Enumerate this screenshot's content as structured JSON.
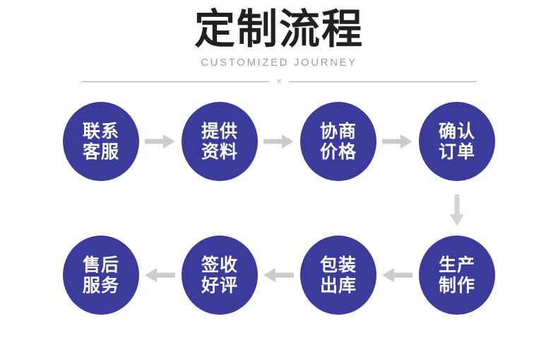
{
  "header": {
    "title": "定制流程",
    "subtitle": "CUSTOMIZED JOURNEY",
    "divider_mark": "×"
  },
  "colors": {
    "node_fill": "#3b3b9c",
    "node_text": "#ffffff",
    "title_text": "#221f1f",
    "subtitle_text": "#9b9b9b",
    "arrow": "#cccccc",
    "divider_rule": "#a8a8ac",
    "background": "#ffffff"
  },
  "flow": {
    "row1": {
      "direction": "right",
      "arrow_icon": "arrow-right-icon",
      "nodes": [
        {
          "line1": "联系",
          "line2": "客服"
        },
        {
          "line1": "提供",
          "line2": "资料"
        },
        {
          "line1": "协商",
          "line2": "价格"
        },
        {
          "line1": "确认",
          "line2": "订单"
        }
      ]
    },
    "connector": {
      "direction": "down",
      "arrow_icon": "arrow-down-icon"
    },
    "row2": {
      "direction": "left",
      "arrow_icon": "arrow-left-icon",
      "nodes": [
        {
          "line1": "售后",
          "line2": "服务"
        },
        {
          "line1": "签收",
          "line2": "好评"
        },
        {
          "line1": "包装",
          "line2": "出库"
        },
        {
          "line1": "生产",
          "line2": "制作"
        }
      ]
    }
  }
}
